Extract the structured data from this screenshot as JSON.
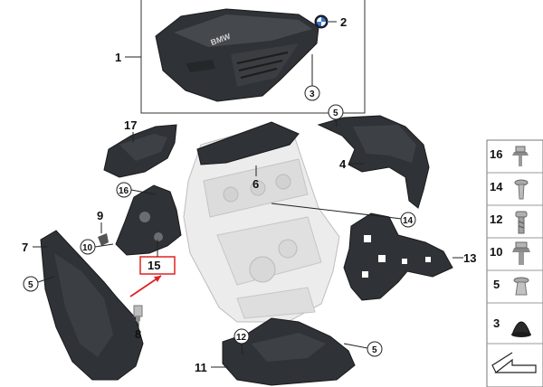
{
  "callouts": {
    "c1": "1",
    "c2": "2",
    "c3": "3",
    "c4": "4",
    "c5a": "5",
    "c5b": "5",
    "c5c": "5",
    "c6": "6",
    "c7": "7",
    "c8": "8",
    "c9": "9",
    "c10": "10",
    "c11": "11",
    "c12": "12",
    "c13": "13",
    "c14": "14",
    "c15": "15",
    "c16": "16",
    "c17": "17"
  },
  "brand_mark": "BMW",
  "legend": [
    {
      "label": "16",
      "icon": "flange-bolt-icon"
    },
    {
      "label": "14",
      "icon": "push-rivet-icon"
    },
    {
      "label": "12",
      "icon": "screw-icon"
    },
    {
      "label": "10",
      "icon": "hex-bolt-icon"
    },
    {
      "label": "5",
      "icon": "expanding-rivet-icon"
    },
    {
      "label": "3",
      "icon": "rubber-grommet-icon"
    }
  ],
  "colors": {
    "highlight": "#e02020",
    "part_dark": "#2f3236",
    "engine_light": "#e6e6e6"
  }
}
